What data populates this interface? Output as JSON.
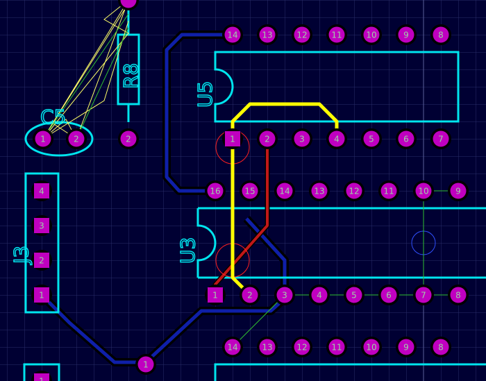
{
  "colors": {
    "background": "#000033",
    "grid": "#2a2e6a",
    "silk": "#00e5ee",
    "pad": "#c000c0",
    "pad_text": "#9fd0a8",
    "copper_bottom": "#0f1fa8",
    "copper_top_yellow": "#ffff00",
    "copper_red": "#c01818",
    "ratsnest_yellow": "#ffff66",
    "ratsnest_green": "#30c030"
  },
  "components": {
    "u5": {
      "designator": "U5",
      "top_pins": [
        "14",
        "13",
        "12",
        "11",
        "10",
        "9",
        "8"
      ],
      "bottom_pins": [
        "1",
        "2",
        "3",
        "4",
        "5",
        "6",
        "7"
      ]
    },
    "u3": {
      "designator": "U3",
      "top_pins": [
        "16",
        "15",
        "14",
        "13",
        "12",
        "11",
        "10",
        "9"
      ],
      "bottom_pins": [
        "1",
        "2",
        "3",
        "4",
        "5",
        "6",
        "7",
        "8"
      ]
    },
    "u_next": {
      "top_pins": [
        "14",
        "13",
        "12",
        "11",
        "10",
        "9",
        "8"
      ]
    },
    "j3": {
      "designator": "J3",
      "pins": [
        "4",
        "3",
        "2",
        "1"
      ]
    },
    "c5": {
      "designator": "C5",
      "pins": [
        "1",
        "2"
      ]
    },
    "r8": {
      "designator": "R8",
      "pins": [
        "2"
      ]
    },
    "extra_pad": {
      "label": "1"
    },
    "bottom_left_pad": {
      "label": "1"
    }
  }
}
